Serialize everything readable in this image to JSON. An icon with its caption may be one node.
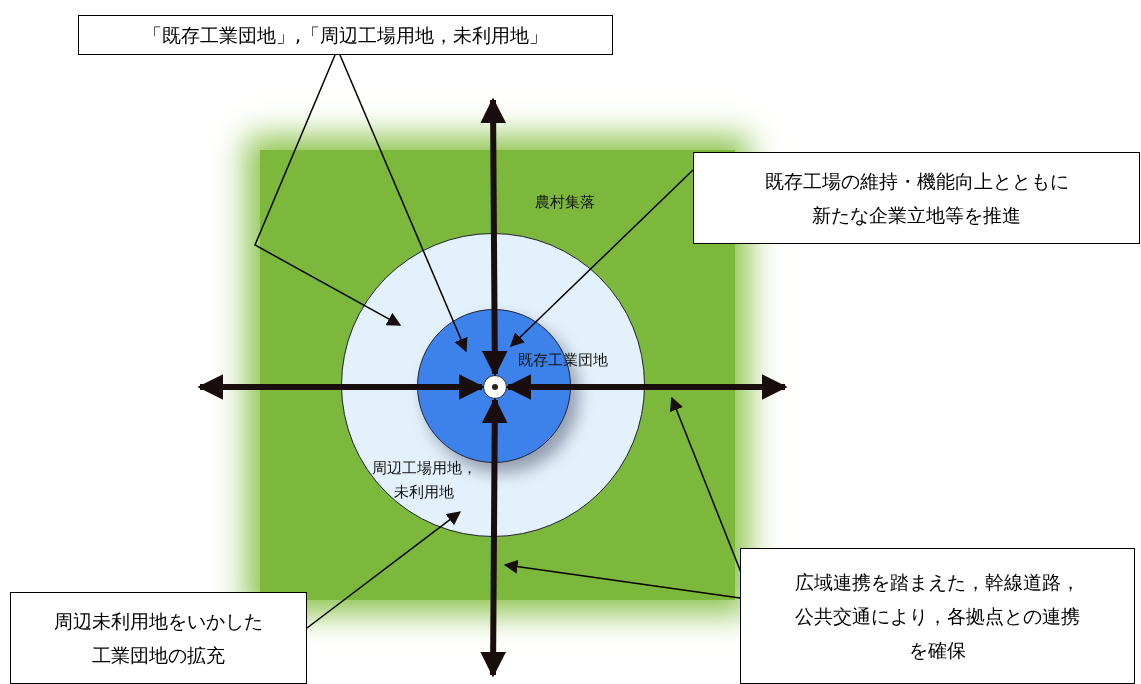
{
  "diagram": {
    "nodes": [
      {
        "text": [
          "「既存工業団地」,「周辺工場用地，未利用地」"
        ]
      },
      {
        "text": [
          "既存工場の維持・機能向上とともに新たな企業立地等を推進"
        ]
      },
      {
        "text": [
          "周辺未利用地をいかした工業団地の拡充"
        ]
      },
      {
        "text": [
          "広域連携を踏まえた，幹線道路，公共交通により，各拠点との連携を確保"
        ]
      },
      {
        "text": [
          "農村集落"
        ]
      },
      {
        "text": [
          "周辺工場用地，未利用地"
        ],
        "in": 4
      },
      {
        "text": [
          "既存工業団地"
        ],
        "in": 5
      },
      {
        "text": [],
        "shape": "circle",
        "in": 6
      }
    ],
    "edges": [
      {
        "from": 0,
        "to": 5,
        "arrow": "to"
      },
      {
        "from": 0,
        "to": 6,
        "arrow": "to"
      },
      {
        "from": 1,
        "to": 6,
        "arrow": "to"
      },
      {
        "from": 2,
        "to": 5,
        "arrow": "to"
      },
      {
        "from": 3,
        "to": 4,
        "arrow": "to"
      },
      {
        "from": 3,
        "to": 4,
        "arrow": "to"
      },
      {
        "from": 7,
        "to": null,
        "arrow": "both",
        "style": "thick"
      },
      {
        "from": 7,
        "to": null,
        "arrow": "both",
        "style": "thick"
      },
      {
        "from": 7,
        "to": null,
        "arrow": "both",
        "style": "thick"
      },
      {
        "from": 7,
        "to": null,
        "arrow": "both",
        "style": "thick"
      }
    ]
  }
}
